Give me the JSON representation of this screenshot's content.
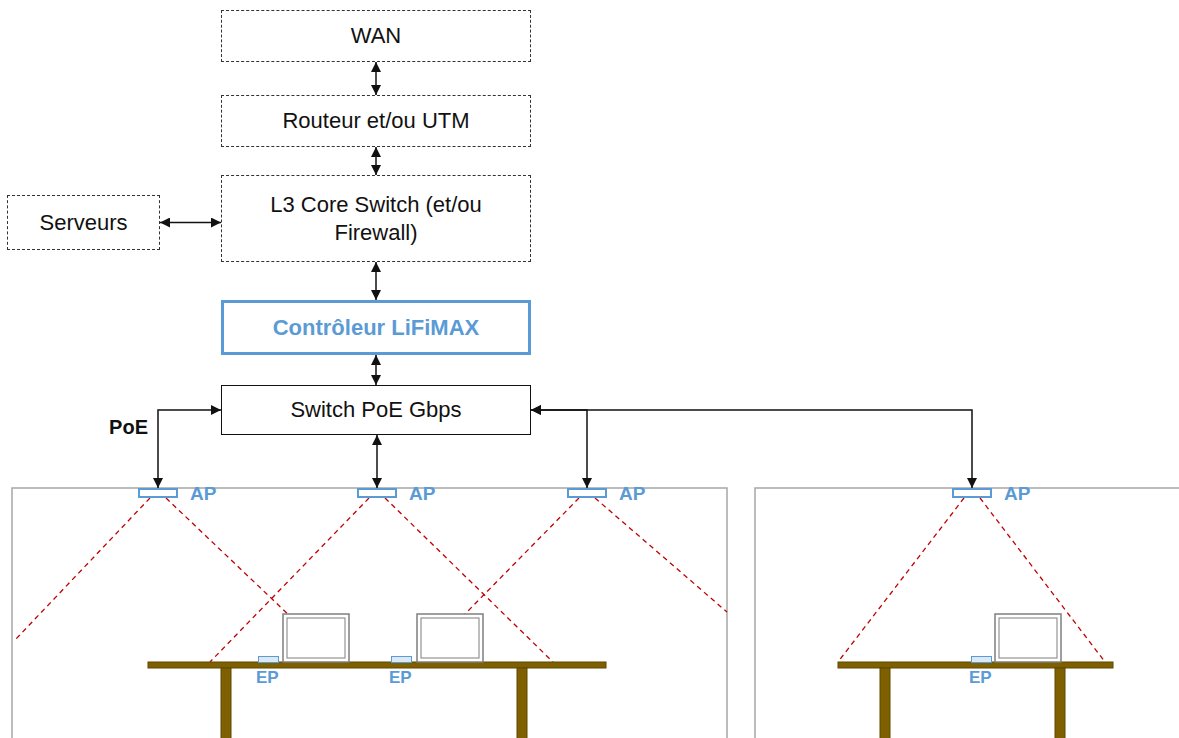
{
  "diagram": {
    "nodes": [
      {
        "text": [
          "WAN"
        ]
      },
      {
        "text": [
          "Routeur et/ou UTM"
        ]
      },
      {
        "text": [
          "Serveurs"
        ]
      },
      {
        "text": [
          "L3 Core Switch (et/ou Firewall)"
        ]
      },
      {
        "text": [
          "Contrôleur LiFiMAX"
        ]
      },
      {
        "text": [
          "Switch PoE Gbps"
        ]
      },
      {
        "text": [
          "AP"
        ]
      },
      {
        "text": [
          "AP"
        ]
      },
      {
        "text": [
          "AP"
        ]
      },
      {
        "text": [
          "AP"
        ]
      },
      {
        "text": [
          "EP"
        ]
      },
      {
        "text": [
          "EP"
        ]
      },
      {
        "text": [
          "EP"
        ]
      }
    ],
    "edges": [
      {
        "from": 0,
        "to": 1,
        "arrow": "both"
      },
      {
        "from": 1,
        "to": 3,
        "arrow": "both"
      },
      {
        "from": 2,
        "to": 3,
        "arrow": "both"
      },
      {
        "from": 3,
        "to": 4,
        "arrow": "both"
      },
      {
        "from": 4,
        "to": 5,
        "arrow": "both"
      },
      {
        "from": 5,
        "to": 6,
        "label": "PoE",
        "arrow": "both"
      },
      {
        "from": 5,
        "to": 7,
        "arrow": "both"
      },
      {
        "from": 5,
        "to": 8,
        "arrow": "both"
      },
      {
        "from": 5,
        "to": 9,
        "arrow": "both"
      }
    ]
  }
}
